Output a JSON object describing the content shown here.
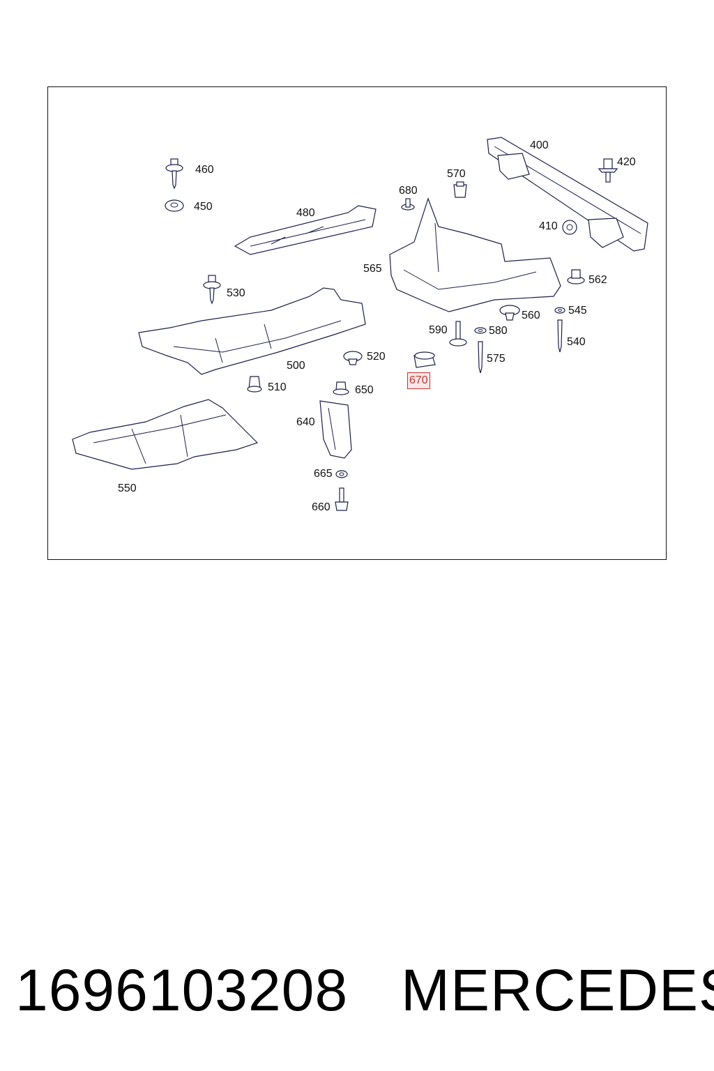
{
  "diagram": {
    "callouts": {
      "c400": "400",
      "c420": "420",
      "c410": "410",
      "c460": "460",
      "c450": "450",
      "c480": "480",
      "c570": "570",
      "c680": "680",
      "c565": "565",
      "c562": "562",
      "c530": "530",
      "c560": "560",
      "c545": "545",
      "c590": "590",
      "c580": "580",
      "c540": "540",
      "c575": "575",
      "c500": "500",
      "c520": "520",
      "c670": "670",
      "c510": "510",
      "c650": "650",
      "c640": "640",
      "c550": "550",
      "c665": "665",
      "c660": "660"
    },
    "highlighted_callout": "670",
    "highlight_color": "#d0302a",
    "line_color": "#1b1f4a"
  },
  "footer": {
    "part_number": "1696103208",
    "brand": "MERCEDES"
  }
}
